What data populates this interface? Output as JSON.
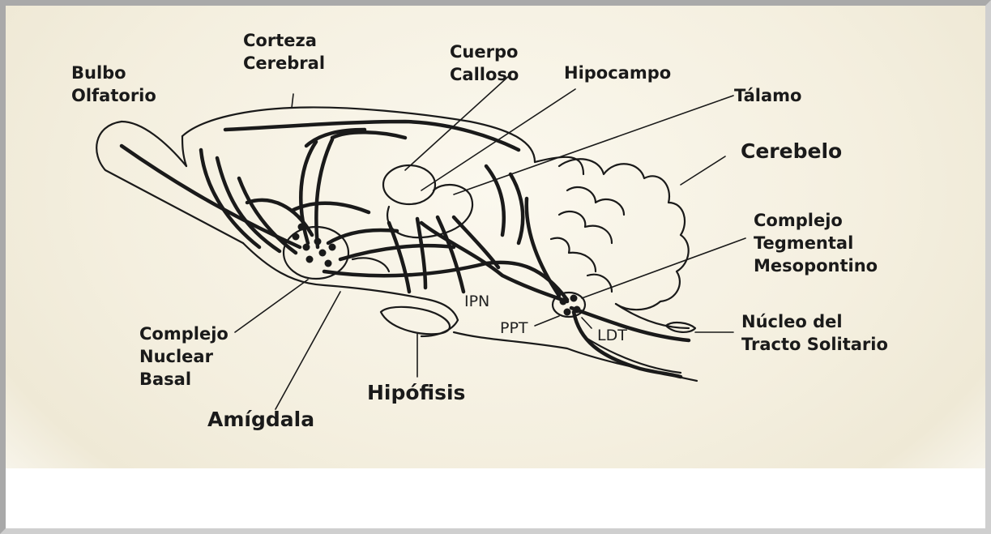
{
  "labels": {
    "bulbo": [
      "Bulbo",
      "Olfatorio"
    ],
    "corteza": [
      "Corteza",
      "Cerebral"
    ],
    "cuerpo": [
      "Cuerpo",
      "Calloso"
    ],
    "hipocampo": "Hipocampo",
    "talamo": "Tálamo",
    "cerebelo": "Cerebelo",
    "tegmental": [
      "Complejo",
      "Tegmental",
      "Mesopontino"
    ],
    "nucleo_tracto": [
      "Núcleo del",
      "Tracto Solitario"
    ],
    "nuclear_basal": [
      "Complejo",
      "Nuclear",
      "Basal"
    ],
    "amigdala": "Amígdala",
    "hipofisis": "Hipófisis",
    "ipn": "IPN",
    "ppt": "PPT",
    "ldt": "LDT"
  }
}
